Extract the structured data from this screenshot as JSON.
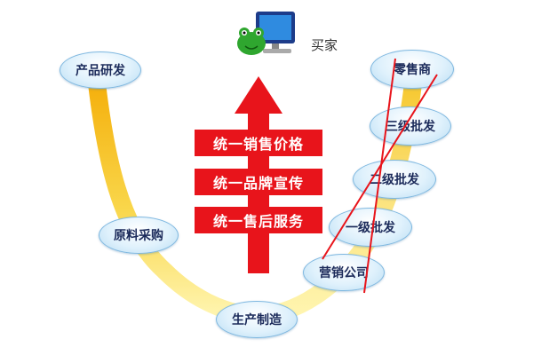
{
  "buyer": {
    "label": "买家",
    "icon": "frog-computer-icon"
  },
  "banners": [
    "统一销售价格",
    "统一品牌宣传",
    "统一售后服务"
  ],
  "chain": {
    "rd": "产品研发",
    "purchase": "原料采购",
    "manufacture": "生产制造",
    "sales_company": "营销公司",
    "level1": "一级批发",
    "level2": "二级批发",
    "level3": "三级批发",
    "retailer": "零售商"
  },
  "colors": {
    "arrow": "#e8141b",
    "cross_line": "#e8141b",
    "curve_dark": "#f6b30c",
    "curve_light": "#fff3a3",
    "node_text": "#1b2a5a"
  }
}
